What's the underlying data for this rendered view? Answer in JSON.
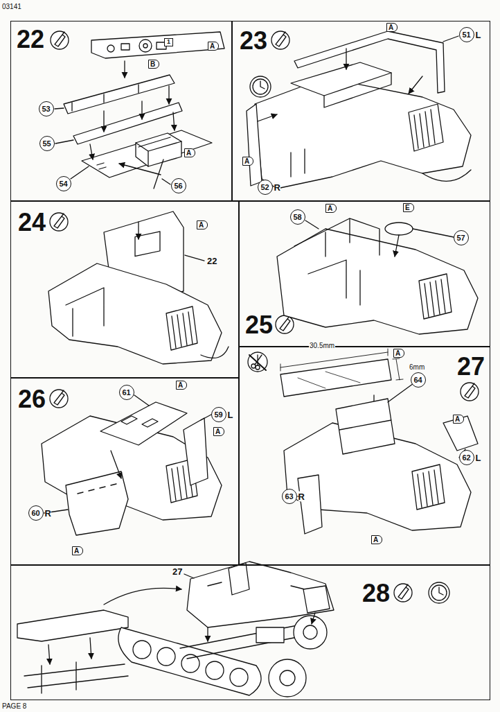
{
  "diagram": {
    "nodes": [
      {
        "text": [
          "22"
        ]
      },
      {
        "text": [
          "53"
        ],
        "in": 0
      },
      {
        "text": [
          "55"
        ],
        "in": 0
      },
      {
        "text": [
          "54"
        ],
        "in": 0
      },
      {
        "text": [
          "56"
        ],
        "in": 0
      },
      {
        "text": [
          "23"
        ]
      },
      {
        "text": [
          "51",
          "L"
        ],
        "in": 5
      },
      {
        "text": [
          "52",
          "R"
        ],
        "in": 5
      },
      {
        "text": [
          "24"
        ]
      },
      {
        "text": [
          "25"
        ]
      },
      {
        "text": [
          "58"
        ],
        "in": 9
      },
      {
        "text": [
          "57"
        ],
        "in": 9
      },
      {
        "text": [
          "26"
        ]
      },
      {
        "text": [
          "61"
        ],
        "in": 12
      },
      {
        "text": [
          "59",
          "L"
        ],
        "in": 12
      },
      {
        "text": [
          "60",
          "R"
        ],
        "in": 12
      },
      {
        "text": [
          "27"
        ]
      },
      {
        "text": [
          "64"
        ],
        "in": 16
      },
      {
        "text": [
          "62",
          "L"
        ],
        "in": 16
      },
      {
        "text": [
          "63",
          "R"
        ],
        "in": 16
      },
      {
        "text": [
          "28"
        ]
      }
    ],
    "labels": [
      "03141",
      "A",
      "1",
      "B",
      "A",
      "A",
      "A",
      "A",
      "22",
      "A",
      "E",
      "A",
      "A",
      "A",
      "30.5mm",
      "6mm",
      "A",
      "A",
      "A",
      "27",
      "PAGE 8"
    ]
  }
}
